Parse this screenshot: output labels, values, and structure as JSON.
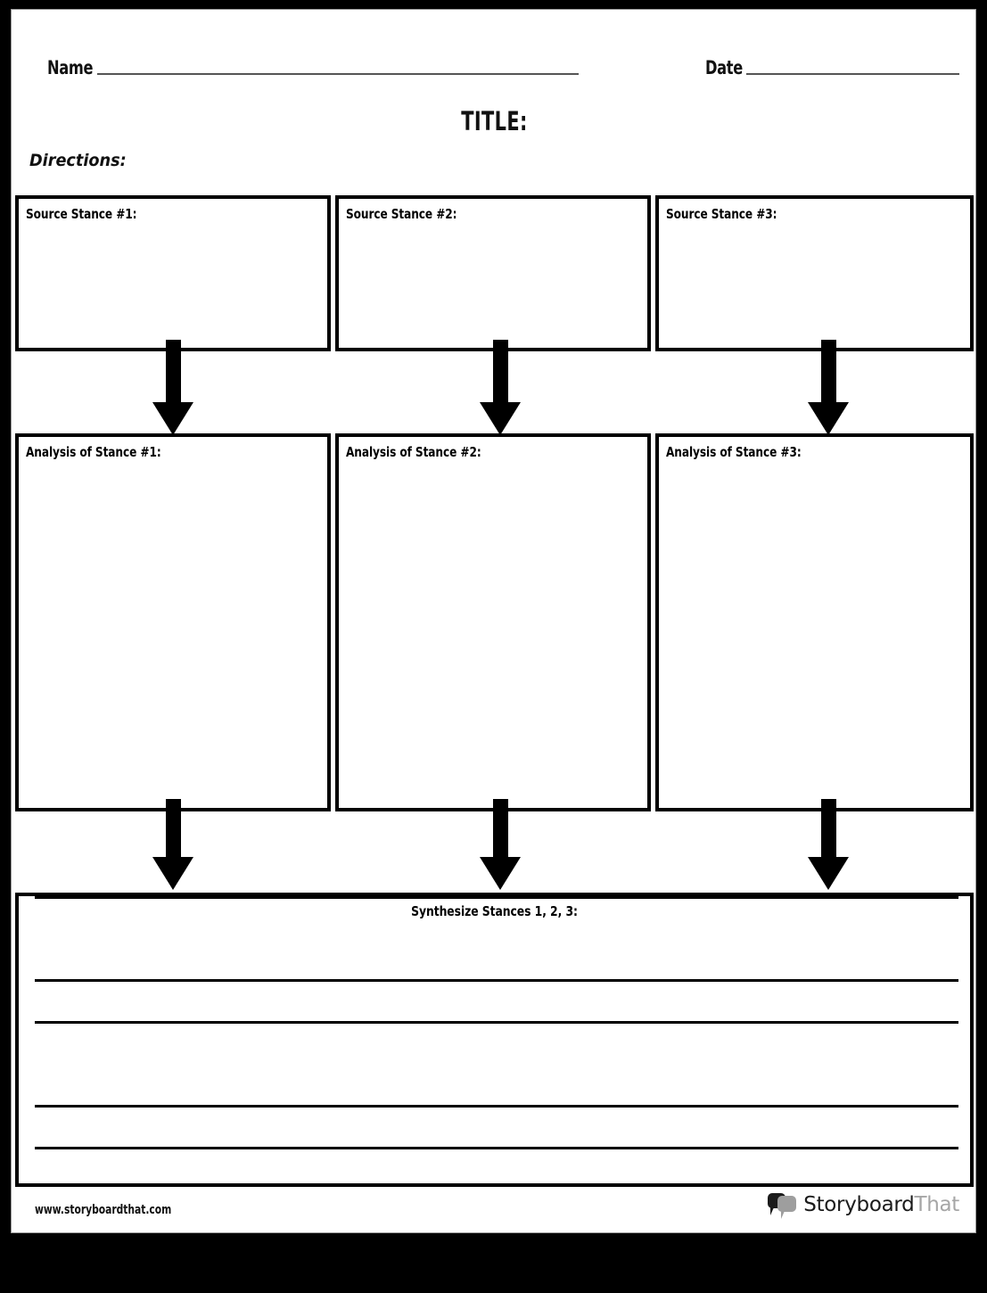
{
  "header": {
    "name_label": "Name",
    "date_label": "Date"
  },
  "title": "TITLE:",
  "directions_label": "Directions:",
  "rows": {
    "source_stance": [
      {
        "label": "Source Stance #1:"
      },
      {
        "label": "Source Stance #2:"
      },
      {
        "label": "Source Stance #3:"
      }
    ],
    "analysis": [
      {
        "label": "Analysis of Stance #1:"
      },
      {
        "label": "Analysis of Stance #2:"
      },
      {
        "label": "Analysis of Stance #3:"
      }
    ],
    "synthesize": {
      "label": "Synthesize Stances 1, 2, 3:",
      "line_count": 5
    }
  },
  "arrows": {
    "icon": "down-arrow-icon",
    "count_per_row": 3
  },
  "footer": {
    "url": "www.storyboardthat.com",
    "brand_primary": "Storyboard",
    "brand_secondary": "That",
    "logo_icon": "speech-bubbles-icon"
  },
  "colors": {
    "page_background": "#ffffff",
    "outer_margin": "#000000",
    "ink": "#000000",
    "rule_gray": "#555555",
    "brand_gray": "#a6a6a6"
  }
}
